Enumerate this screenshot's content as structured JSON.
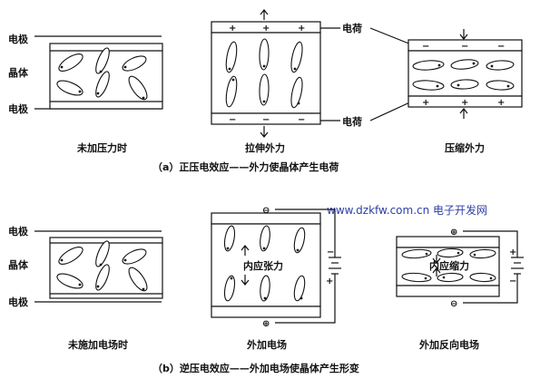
{
  "labels": {
    "electrode": "电极",
    "crystal": "晶体",
    "charge": "电荷"
  },
  "panel_a": {
    "no_pressure": "未加压力时",
    "tension": "拉伸外力",
    "compression": "压缩外力",
    "caption": "（a）正压电效应——外力使晶体产生电荷"
  },
  "panel_b": {
    "no_field": "未施加电场时",
    "field": "外加电场",
    "reverse_field": "外加反向电场",
    "internal_tension": "内应张力",
    "internal_compression": "内应缩力",
    "caption": "（b）逆压电效应——外加电场使晶体产生形变"
  },
  "symbols": {
    "plus": "+",
    "minus": "−",
    "plus_circle": "⊕",
    "minus_circle": "⊖"
  },
  "watermark": "www.dzkfw.com.cn 电子开发网"
}
